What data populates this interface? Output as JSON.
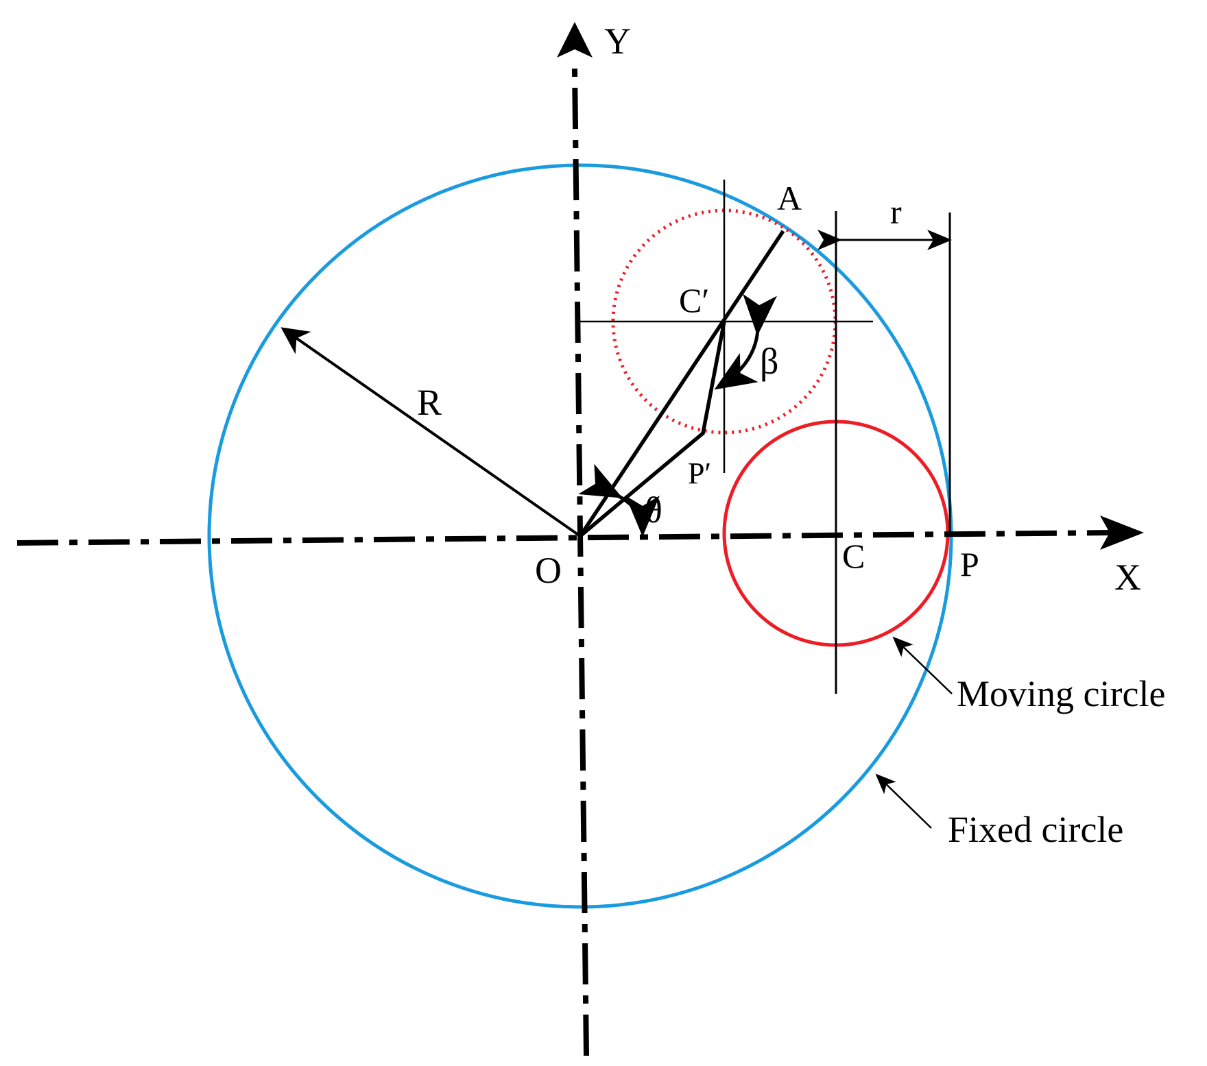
{
  "labels": {
    "axis_y": "Y",
    "axis_x": "X",
    "origin": "O",
    "point_a": "A",
    "point_c_prime": "C′",
    "point_p_prime": "P′",
    "point_c": "C",
    "point_p": "P",
    "radius_big": "R",
    "radius_small": "r",
    "angle_theta": "θ",
    "angle_beta": "β",
    "moving_circle": "Moving circle",
    "fixed_circle": "Fixed circle"
  },
  "colors": {
    "fixed_circle": "#1a9be0",
    "moving_circle": "#ee1c24",
    "lines": "#000000"
  }
}
